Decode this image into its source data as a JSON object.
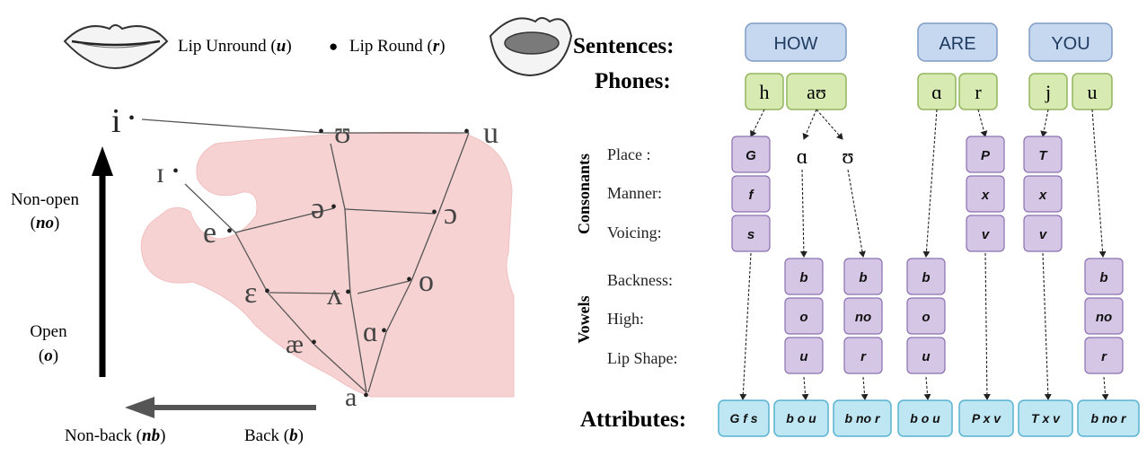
{
  "lips": {
    "unround_label": "Lip Unround (",
    "unround_code": "u",
    "round_label": "Lip Round (",
    "round_code": "r",
    "close_paren": ")",
    "bullet": "●"
  },
  "vowel_chart": {
    "symbols": {
      "i": "i",
      "upsilon": "ʊ",
      "u": "u",
      "small_i": "ɪ",
      "e": "e",
      "schwa": "ə",
      "open_o": "ɔ",
      "epsilon": "ɛ",
      "wedge": "ʌ",
      "o": "o",
      "ae": "æ",
      "alpha": "ɑ",
      "a": "a"
    },
    "dot": "•",
    "axis_vertical": {
      "top_label": "Non-open",
      "top_code": "no",
      "bottom_label": "Open",
      "bottom_code": "o"
    },
    "axis_horizontal": {
      "left_label": "Non-back (",
      "left_code": "nb",
      "right_label": "Back (",
      "right_code": "b"
    }
  },
  "labels": {
    "sentences": "Sentences:",
    "phones": "Phones:",
    "consonants": "Consonants",
    "vowels": "Vowels",
    "place": "Place :",
    "manner": "Manner:",
    "voicing": "Voicing:",
    "backness": "Backness:",
    "high": "High:",
    "lip_shape": "Lip Shape:",
    "attributes": "Attributes:"
  },
  "words": [
    "HOW",
    "ARE",
    "YOU"
  ],
  "phones": [
    "h",
    "aʊ",
    "ɑ",
    "r",
    "j",
    "u"
  ],
  "sub_phones": [
    "ɑ",
    "ʊ"
  ],
  "consonant_attrs": [
    {
      "place": "G",
      "manner": "f",
      "voicing": "s"
    },
    {
      "place": "P",
      "manner": "x",
      "voicing": "v"
    },
    {
      "place": "T",
      "manner": "x",
      "voicing": "v"
    }
  ],
  "vowel_attrs": [
    {
      "backness": "b",
      "high": "o",
      "lip": "u"
    },
    {
      "backness": "b",
      "high": "no",
      "lip": "r"
    },
    {
      "backness": "b",
      "high": "o",
      "lip": "u"
    },
    {
      "backness": "b",
      "high": "no",
      "lip": "r"
    }
  ],
  "attributes": [
    "G f s",
    "b o u",
    "b no r",
    "b o u",
    "P x v",
    "T x v",
    "b no r"
  ],
  "colors": {
    "word_fill": "#c5d8f0",
    "word_stroke": "#7f9cc4",
    "phone_fill": "#d7eab1",
    "phone_stroke": "#93b55e",
    "attr_fill": "#d6c6e6",
    "attr_stroke": "#8a6fb0",
    "out_fill": "#bfe6f3",
    "out_stroke": "#58b2d2",
    "mouth_fill": "#f7cdcd"
  }
}
